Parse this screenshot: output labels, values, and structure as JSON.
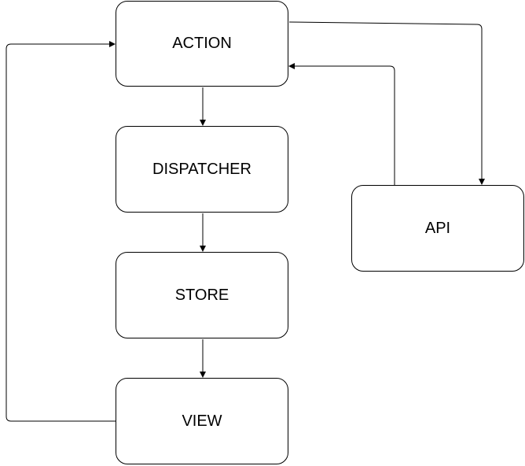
{
  "diagram": {
    "nodes": {
      "action": "ACTION",
      "dispatcher": "DISPATCHER",
      "store": "STORE",
      "view": "VIEW",
      "api": "API"
    },
    "edges": [
      {
        "from": "action",
        "to": "dispatcher"
      },
      {
        "from": "dispatcher",
        "to": "store"
      },
      {
        "from": "store",
        "to": "view"
      },
      {
        "from": "view",
        "to": "action"
      },
      {
        "from": "action",
        "to": "api"
      },
      {
        "from": "api",
        "to": "action"
      }
    ],
    "colors": {
      "stroke": "#000000",
      "fill": "#ffffff",
      "text": "#000000"
    }
  }
}
